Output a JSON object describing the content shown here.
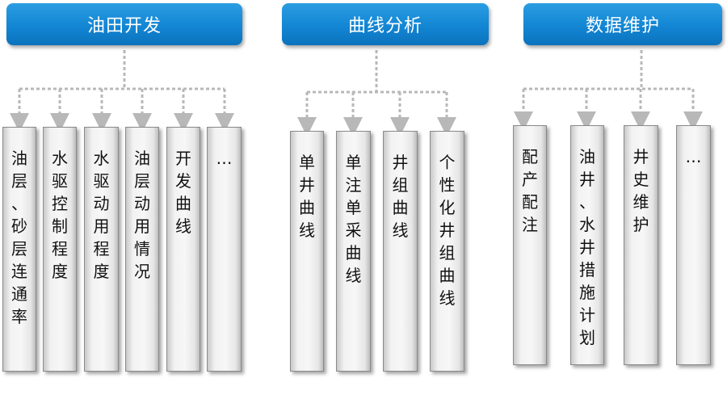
{
  "groups": [
    {
      "title": "油田开发",
      "items": [
        "油\n层\n、\n砂\n层\n连\n通\n率",
        "水\n驱\n控\n制\n程\n度",
        "水\n驱\n动\n用\n程\n度",
        "油\n层\n动\n用\n情\n况",
        "开\n发\n曲\n线",
        "…"
      ]
    },
    {
      "title": "曲线分析",
      "items": [
        "单\n井\n曲\n线",
        "单\n注\n单\n采\n曲\n线",
        "井\n组\n曲\n线",
        "个\n性\n化\n井\n组\n曲\n线"
      ]
    },
    {
      "title": "数据维护",
      "items": [
        "配\n产\n配\n注",
        "油\n井\n、\n水\n井\n措\n施\n计\n划",
        "井\n史\n维\n护",
        "…"
      ]
    }
  ]
}
